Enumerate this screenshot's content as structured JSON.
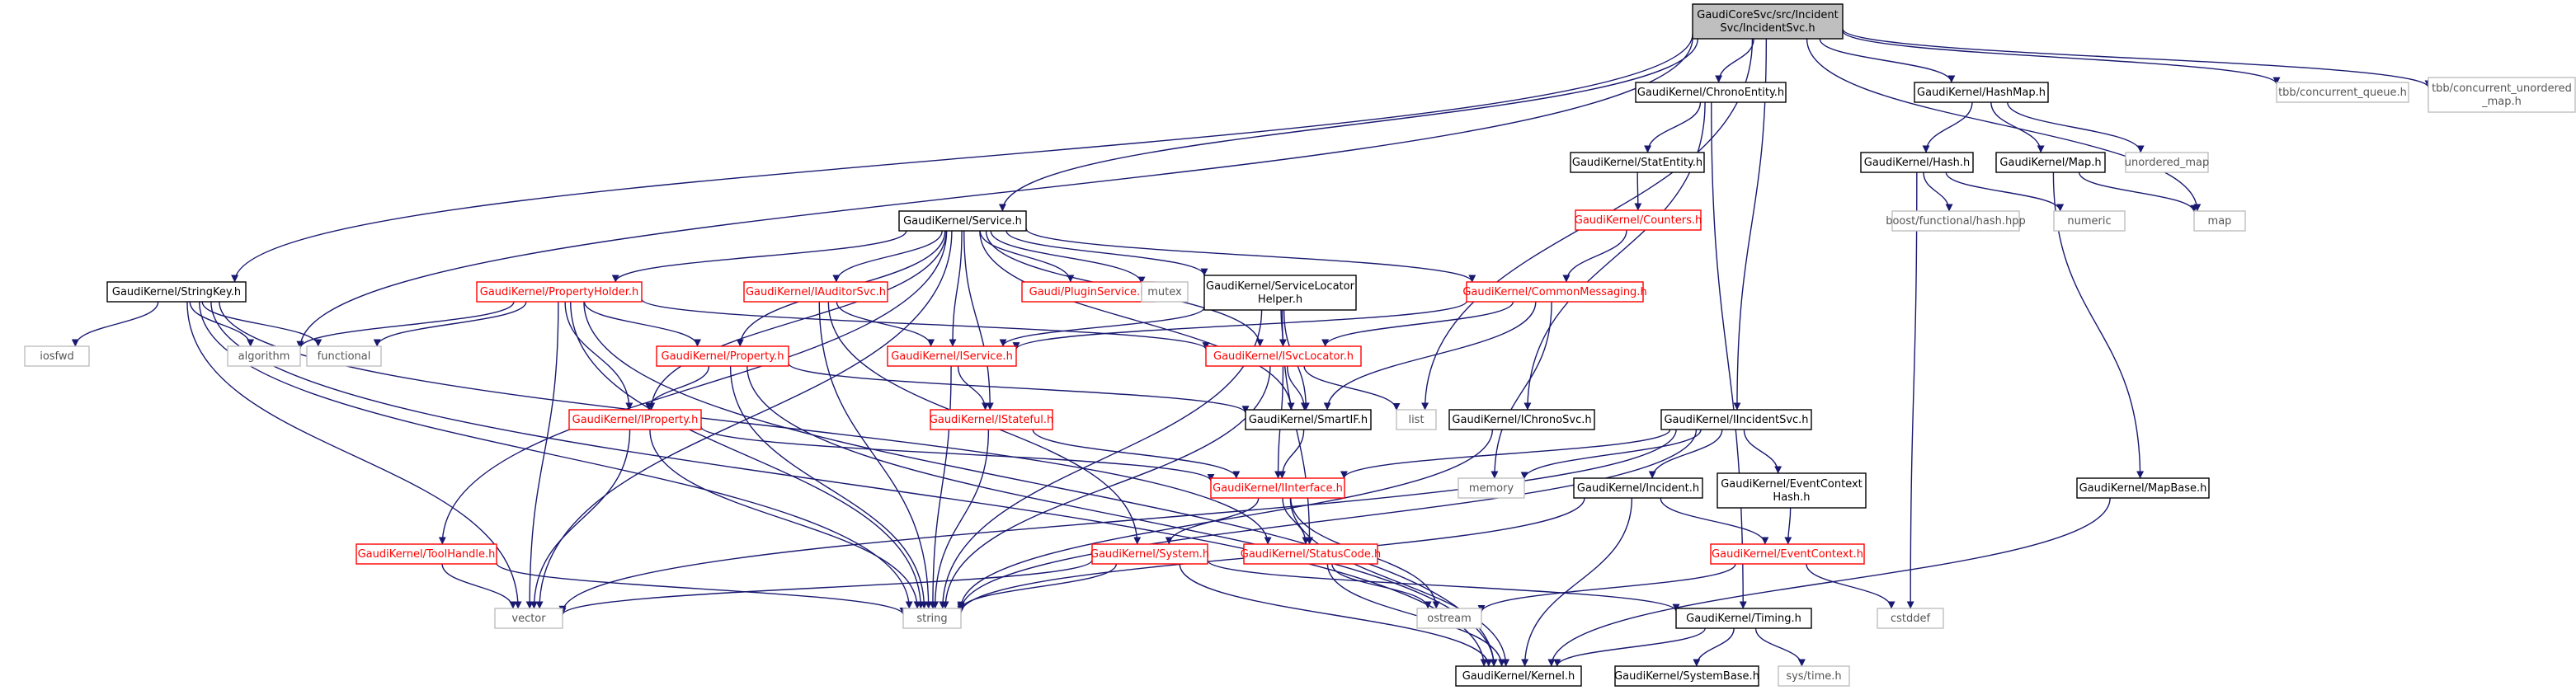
{
  "colors": {
    "edge": "#191970",
    "root_fill": "#bfbfbf",
    "border_black": "#000000",
    "border_red": "#ff0000",
    "border_gray": "#bfbfbf",
    "text_black": "#000000",
    "text_red": "#ff0000",
    "text_gray": "#555555"
  },
  "nodes": [
    {
      "id": "root",
      "lines": [
        "GaudiCoreSvc/src/Incident",
        "Svc/IncidentSvc.h"
      ],
      "style": "root"
    },
    {
      "id": "chronoentity",
      "lines": [
        "GaudiKernel/ChronoEntity.h"
      ],
      "style": "black"
    },
    {
      "id": "hashmap",
      "lines": [
        "GaudiKernel/HashMap.h"
      ],
      "style": "black"
    },
    {
      "id": "tbbqueue",
      "lines": [
        "tbb/concurrent_queue.h"
      ],
      "style": "gray"
    },
    {
      "id": "tbbmap",
      "lines": [
        "tbb/concurrent_unordered",
        "_map.h"
      ],
      "style": "gray"
    },
    {
      "id": "statentity",
      "lines": [
        "GaudiKernel/StatEntity.h"
      ],
      "style": "black"
    },
    {
      "id": "hash",
      "lines": [
        "GaudiKernel/Hash.h"
      ],
      "style": "black"
    },
    {
      "id": "mapx",
      "lines": [
        "GaudiKernel/Map.h"
      ],
      "style": "black"
    },
    {
      "id": "unordered",
      "lines": [
        "unordered_map"
      ],
      "style": "gray"
    },
    {
      "id": "counters",
      "lines": [
        "GaudiKernel/Counters.h"
      ],
      "style": "red"
    },
    {
      "id": "boosthash",
      "lines": [
        "boost/functional/hash.hpp"
      ],
      "style": "gray"
    },
    {
      "id": "numeric",
      "lines": [
        "numeric"
      ],
      "style": "gray"
    },
    {
      "id": "map",
      "lines": [
        "map"
      ],
      "style": "gray"
    },
    {
      "id": "service",
      "lines": [
        "GaudiKernel/Service.h"
      ],
      "style": "black"
    },
    {
      "id": "stringkey",
      "lines": [
        "GaudiKernel/StringKey.h"
      ],
      "style": "black"
    },
    {
      "id": "propholder",
      "lines": [
        "GaudiKernel/PropertyHolder.h"
      ],
      "style": "red"
    },
    {
      "id": "iauditor",
      "lines": [
        "GaudiKernel/IAuditorSvc.h"
      ],
      "style": "red"
    },
    {
      "id": "pluginsvc",
      "lines": [
        "Gaudi/PluginService.h"
      ],
      "style": "red"
    },
    {
      "id": "mutex",
      "lines": [
        "mutex"
      ],
      "style": "gray"
    },
    {
      "id": "svclochelper",
      "lines": [
        "GaudiKernel/ServiceLocator",
        "Helper.h"
      ],
      "style": "black"
    },
    {
      "id": "commonmsg",
      "lines": [
        "GaudiKernel/CommonMessaging.h"
      ],
      "style": "red"
    },
    {
      "id": "iosfwd",
      "lines": [
        "iosfwd"
      ],
      "style": "gray"
    },
    {
      "id": "algorithm",
      "lines": [
        "algorithm"
      ],
      "style": "gray"
    },
    {
      "id": "functional",
      "lines": [
        "functional"
      ],
      "style": "gray"
    },
    {
      "id": "property",
      "lines": [
        "GaudiKernel/Property.h"
      ],
      "style": "red"
    },
    {
      "id": "iservice",
      "lines": [
        "GaudiKernel/IService.h"
      ],
      "style": "red"
    },
    {
      "id": "isvclocator",
      "lines": [
        "GaudiKernel/ISvcLocator.h"
      ],
      "style": "red"
    },
    {
      "id": "iproperty",
      "lines": [
        "GaudiKernel/IProperty.h"
      ],
      "style": "red"
    },
    {
      "id": "istateful",
      "lines": [
        "GaudiKernel/IStateful.h"
      ],
      "style": "red"
    },
    {
      "id": "smartif",
      "lines": [
        "GaudiKernel/SmartIF.h"
      ],
      "style": "black"
    },
    {
      "id": "list",
      "lines": [
        "list"
      ],
      "style": "gray"
    },
    {
      "id": "ichronosvc",
      "lines": [
        "GaudiKernel/IChronoSvc.h"
      ],
      "style": "black"
    },
    {
      "id": "iincidentsvc",
      "lines": [
        "GaudiKernel/IIncidentSvc.h"
      ],
      "style": "black"
    },
    {
      "id": "iinterface",
      "lines": [
        "GaudiKernel/IInterface.h"
      ],
      "style": "red"
    },
    {
      "id": "memory",
      "lines": [
        "memory"
      ],
      "style": "gray"
    },
    {
      "id": "incident",
      "lines": [
        "GaudiKernel/Incident.h"
      ],
      "style": "black"
    },
    {
      "id": "evctxhash",
      "lines": [
        "GaudiKernel/EventContext",
        "Hash.h"
      ],
      "style": "black"
    },
    {
      "id": "mapbase",
      "lines": [
        "GaudiKernel/MapBase.h"
      ],
      "style": "black"
    },
    {
      "id": "toolhandle",
      "lines": [
        "GaudiKernel/ToolHandle.h"
      ],
      "style": "red"
    },
    {
      "id": "system",
      "lines": [
        "GaudiKernel/System.h"
      ],
      "style": "red"
    },
    {
      "id": "statuscode",
      "lines": [
        "GaudiKernel/StatusCode.h"
      ],
      "style": "red"
    },
    {
      "id": "evctx",
      "lines": [
        "GaudiKernel/EventContext.h"
      ],
      "style": "red"
    },
    {
      "id": "vector",
      "lines": [
        "vector"
      ],
      "style": "gray"
    },
    {
      "id": "string",
      "lines": [
        "string"
      ],
      "style": "gray"
    },
    {
      "id": "ostream",
      "lines": [
        "ostream"
      ],
      "style": "gray"
    },
    {
      "id": "timing",
      "lines": [
        "GaudiKernel/Timing.h"
      ],
      "style": "black"
    },
    {
      "id": "cstddef",
      "lines": [
        "cstddef"
      ],
      "style": "gray"
    },
    {
      "id": "kernel",
      "lines": [
        "GaudiKernel/Kernel.h"
      ],
      "style": "black"
    },
    {
      "id": "systembase",
      "lines": [
        "GaudiKernel/SystemBase.h"
      ],
      "style": "black"
    },
    {
      "id": "systime",
      "lines": [
        "sys/time.h"
      ],
      "style": "gray"
    }
  ],
  "edges": [
    [
      "root",
      "chronoentity"
    ],
    [
      "root",
      "hashmap"
    ],
    [
      "root",
      "tbbqueue"
    ],
    [
      "root",
      "tbbmap"
    ],
    [
      "root",
      "service"
    ],
    [
      "root",
      "stringkey"
    ],
    [
      "root",
      "algorithm"
    ],
    [
      "root",
      "map"
    ],
    [
      "root",
      "list"
    ],
    [
      "root",
      "iincidentsvc"
    ],
    [
      "chronoentity",
      "statentity"
    ],
    [
      "chronoentity",
      "ichronosvc"
    ],
    [
      "chronoentity",
      "timing"
    ],
    [
      "statentity",
      "counters"
    ],
    [
      "counters",
      "commonmsg"
    ],
    [
      "hashmap",
      "hash"
    ],
    [
      "hashmap",
      "mapx"
    ],
    [
      "hashmap",
      "unordered"
    ],
    [
      "hash",
      "boosthash"
    ],
    [
      "hash",
      "numeric"
    ],
    [
      "hash",
      "cstddef"
    ],
    [
      "mapx",
      "map"
    ],
    [
      "mapx",
      "mapbase"
    ],
    [
      "mapbase",
      "kernel"
    ],
    [
      "service",
      "propholder"
    ],
    [
      "service",
      "iauditor"
    ],
    [
      "service",
      "pluginsvc"
    ],
    [
      "service",
      "mutex"
    ],
    [
      "service",
      "svclochelper"
    ],
    [
      "service",
      "commonmsg"
    ],
    [
      "service",
      "property"
    ],
    [
      "service",
      "iservice"
    ],
    [
      "service",
      "isvclocator"
    ],
    [
      "service",
      "iproperty"
    ],
    [
      "service",
      "istateful"
    ],
    [
      "service",
      "smartif"
    ],
    [
      "service",
      "toolhandle"
    ],
    [
      "service",
      "vector"
    ],
    [
      "stringkey",
      "iosfwd"
    ],
    [
      "stringkey",
      "algorithm"
    ],
    [
      "stringkey",
      "functional"
    ],
    [
      "stringkey",
      "vector"
    ],
    [
      "stringkey",
      "string"
    ],
    [
      "stringkey",
      "statuscode"
    ],
    [
      "stringkey",
      "kernel"
    ],
    [
      "propholder",
      "algorithm"
    ],
    [
      "propholder",
      "functional"
    ],
    [
      "propholder",
      "property"
    ],
    [
      "propholder",
      "iproperty"
    ],
    [
      "propholder",
      "isvclocator"
    ],
    [
      "propholder",
      "vector"
    ],
    [
      "propholder",
      "string"
    ],
    [
      "propholder",
      "kernel"
    ],
    [
      "iauditor",
      "iservice"
    ],
    [
      "iauditor",
      "system"
    ],
    [
      "iauditor",
      "string"
    ],
    [
      "svclochelper",
      "iservice"
    ],
    [
      "svclochelper",
      "isvclocator"
    ],
    [
      "svclochelper",
      "smartif"
    ],
    [
      "svclochelper",
      "string"
    ],
    [
      "svclochelper",
      "statuscode"
    ],
    [
      "commonmsg",
      "iservice"
    ],
    [
      "commonmsg",
      "isvclocator"
    ],
    [
      "commonmsg",
      "smartif"
    ],
    [
      "commonmsg",
      "memory"
    ],
    [
      "property",
      "iproperty"
    ],
    [
      "property",
      "smartif"
    ],
    [
      "property",
      "string"
    ],
    [
      "property",
      "kernel"
    ],
    [
      "iservice",
      "istateful"
    ],
    [
      "iservice",
      "string"
    ],
    [
      "isvclocator",
      "smartif"
    ],
    [
      "isvclocator",
      "list"
    ],
    [
      "isvclocator",
      "iinterface"
    ],
    [
      "isvclocator",
      "string"
    ],
    [
      "iproperty",
      "iinterface"
    ],
    [
      "iproperty",
      "vector"
    ],
    [
      "iproperty",
      "string"
    ],
    [
      "istateful",
      "iinterface"
    ],
    [
      "istateful",
      "string"
    ],
    [
      "smartif",
      "iinterface"
    ],
    [
      "ichronosvc",
      "string"
    ],
    [
      "iincidentsvc",
      "iinterface"
    ],
    [
      "iincidentsvc",
      "incident"
    ],
    [
      "iincidentsvc",
      "evctxhash"
    ],
    [
      "iincidentsvc",
      "memory"
    ],
    [
      "iincidentsvc",
      "string"
    ],
    [
      "iincidentsvc",
      "vector"
    ],
    [
      "incident",
      "evctx"
    ],
    [
      "incident",
      "string"
    ],
    [
      "incident",
      "kernel"
    ],
    [
      "evctxhash",
      "evctx"
    ],
    [
      "evctx",
      "cstddef"
    ],
    [
      "evctx",
      "ostream"
    ],
    [
      "iinterface",
      "system"
    ],
    [
      "iinterface",
      "statuscode"
    ],
    [
      "iinterface",
      "kernel"
    ],
    [
      "iinterface",
      "ostream"
    ],
    [
      "toolhandle",
      "vector"
    ],
    [
      "toolhandle",
      "string"
    ],
    [
      "system",
      "vector"
    ],
    [
      "system",
      "string"
    ],
    [
      "system",
      "kernel"
    ],
    [
      "system",
      "timing"
    ],
    [
      "statuscode",
      "ostream"
    ],
    [
      "statuscode",
      "kernel"
    ],
    [
      "timing",
      "kernel"
    ],
    [
      "timing",
      "systembase"
    ],
    [
      "timing",
      "systime"
    ]
  ]
}
